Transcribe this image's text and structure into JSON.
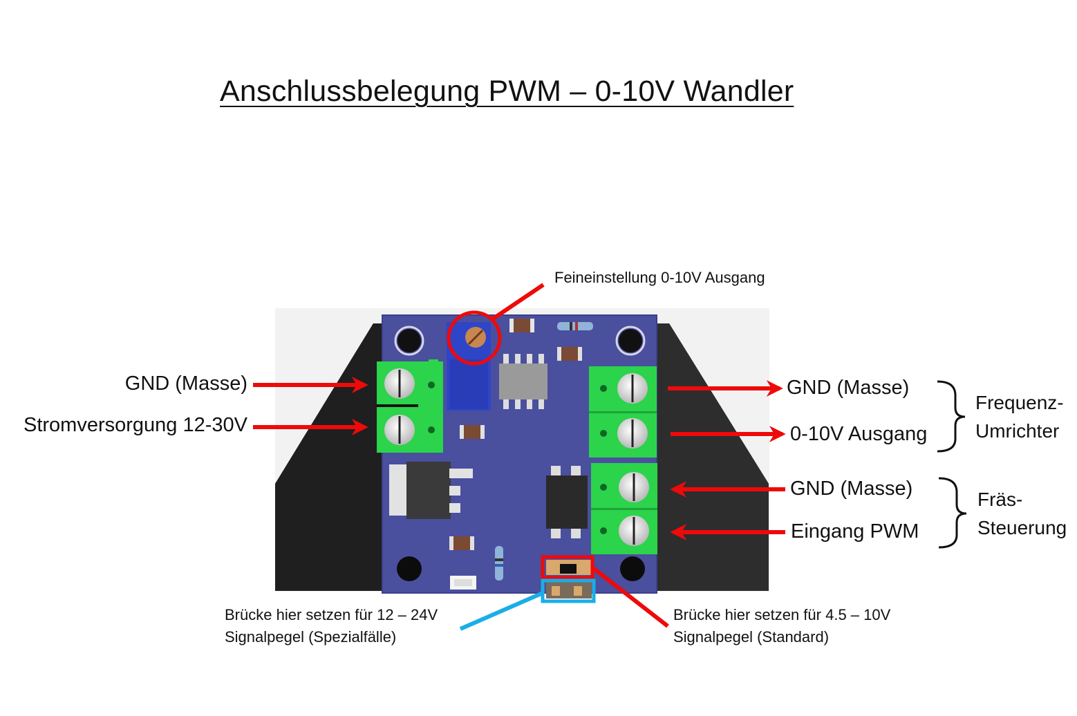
{
  "title": "Anschlussbelegung PWM – 0-10V Wandler",
  "left_labels": {
    "gnd": "GND (Masse)",
    "power": "Stromversorgung 12-30V"
  },
  "right_labels": {
    "gnd_out": "GND (Masse)",
    "out_0_10v": "0-10V Ausgang",
    "gnd_in": "GND (Masse)",
    "pwm_in": "Eingang PWM"
  },
  "groups": {
    "vfd_line1": "Frequenz-",
    "vfd_line2": "Umrichter",
    "cnc_line1": "Fräs-",
    "cnc_line2": "Steuerung"
  },
  "annotations": {
    "trim": "Feineinstellung 0-10V Ausgang",
    "bridge_12_24_line1": "Brücke hier setzen für 12 – 24V",
    "bridge_12_24_line2": "Signalpegel (Spezialfälle)",
    "bridge_4_10_line1": "Brücke hier setzen für 4.5 – 10V",
    "bridge_4_10_line2": "Signalpegel (Standard)"
  },
  "colors": {
    "arrow_red": "#ee0a0a",
    "marker_blue": "#1aaee8",
    "board_purple": "#4a4f9e",
    "terminal_green": "#2bd44a",
    "housing_black": "#2a2a2a",
    "trimpot_blue": "#2f45c8"
  }
}
